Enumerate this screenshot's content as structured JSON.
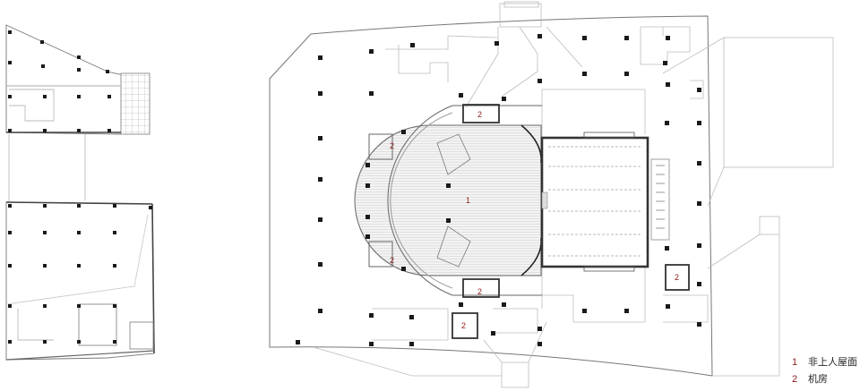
{
  "plan": {
    "labels": {
      "roof": "1",
      "machine_room": "2"
    }
  },
  "legend": {
    "items": [
      {
        "number": "1",
        "text": "非上人屋面"
      },
      {
        "number": "2",
        "text": "机房"
      }
    ]
  },
  "colors": {
    "line": "#666666",
    "light": "#bdbdbd",
    "column": "#1a1a1a",
    "label": "#8b1a1a",
    "hatch": "#dcdcdc"
  }
}
